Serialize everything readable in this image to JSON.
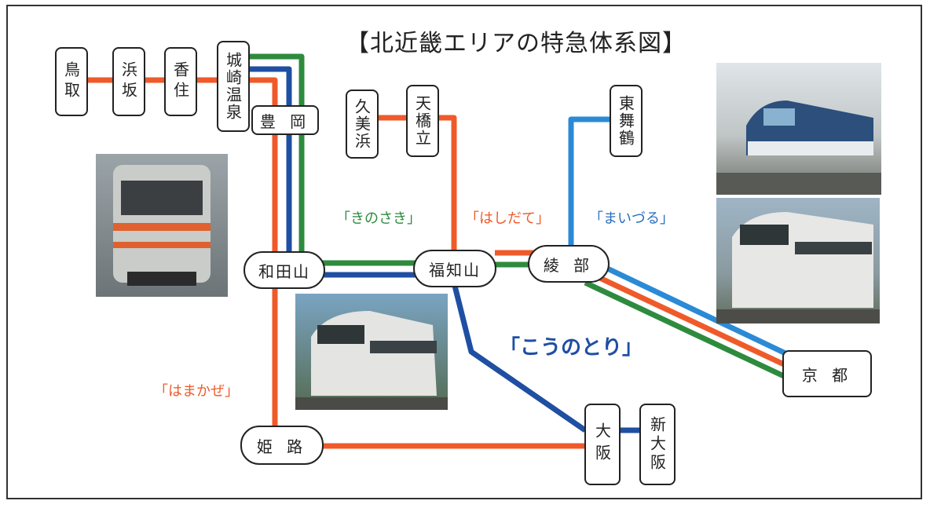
{
  "title": "【北近畿エリアの特急体系図】",
  "colors": {
    "hamakaze": "#ef5a2a",
    "kounotori": "#1f4fa2",
    "kinosaki": "#2e8b3e",
    "maizuru": "#2b8ad6",
    "hashidate": "#ef5a2a"
  },
  "stations": {
    "tottori": "鳥取",
    "hamasaka": "浜坂",
    "kasumi": "香住",
    "kinosakionsen": "城崎温泉",
    "toyooka": "豊 岡",
    "kumihama": "久美浜",
    "amanohashidate": "天橋立",
    "higashimaizuru": "東舞鶴",
    "wadayama": "和田山",
    "fukuchiyama": "福知山",
    "ayabe": "綾 部",
    "kyoto": "京 都",
    "himeji": "姫 路",
    "osaka": "大阪",
    "shinosaka": "新大阪"
  },
  "services": {
    "kinosaki": "「きのさき」",
    "hashidate": "「はしだて」",
    "maizuru": "「まいづる」",
    "kounotori": "「こうのとり」",
    "hamakaze": "「はまかぜ」"
  },
  "photos": {
    "hamakaze_train": "Kiha 189 diesel train",
    "kounotori_train": "287 series EMU",
    "tango_train": "KTR 8000 series",
    "maizuru_train": "287 series EMU"
  }
}
